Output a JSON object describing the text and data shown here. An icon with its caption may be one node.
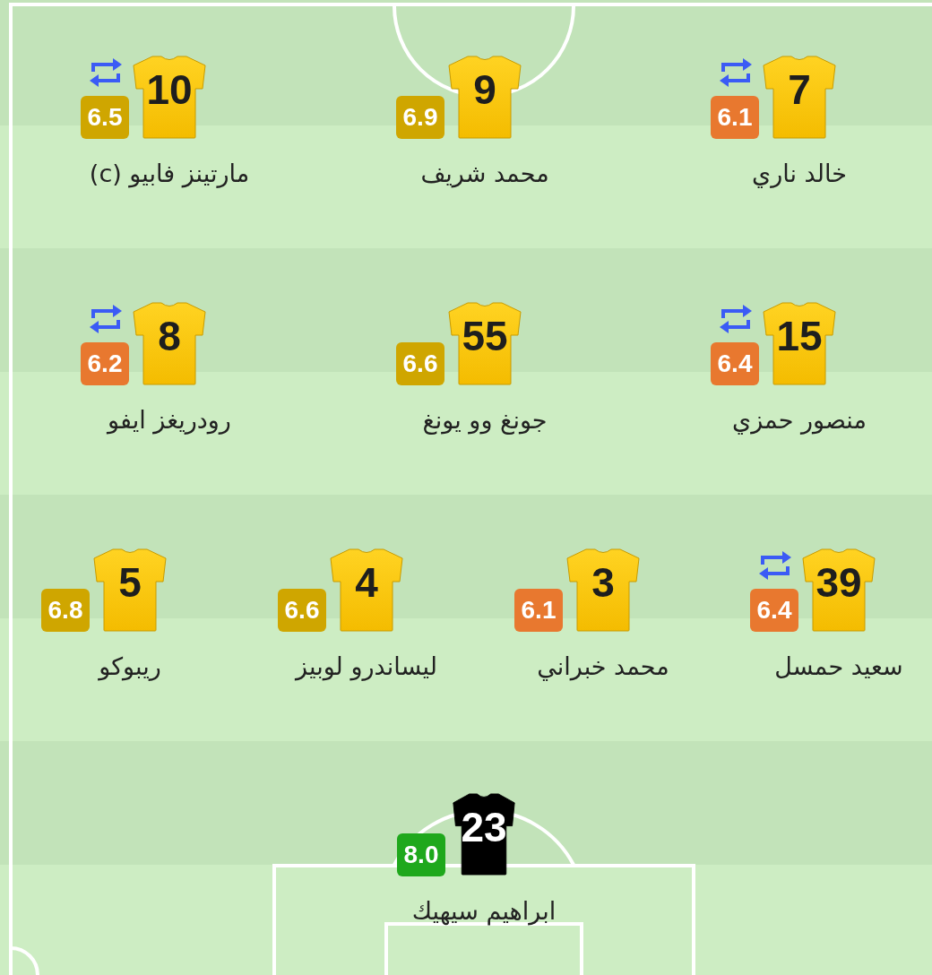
{
  "diagram": {
    "nodes": [
      {
        "text": [
          "6.5"
        ]
      },
      {
        "text": [
          "10"
        ],
        "beside": [
          "مارتينز فابيو (c)"
        ]
      },
      {
        "text": [
          "6.9"
        ]
      },
      {
        "text": [
          "9"
        ],
        "beside": [
          "محمد شريف"
        ]
      },
      {
        "text": [
          "6.1"
        ]
      },
      {
        "text": [
          "7"
        ],
        "beside": [
          "خالد ناري"
        ]
      },
      {
        "text": [
          "6.2"
        ]
      },
      {
        "text": [
          "8"
        ],
        "beside": [
          "رودريغز ايفو"
        ]
      },
      {
        "text": [
          "6.6"
        ]
      },
      {
        "text": [
          "55"
        ],
        "beside": [
          "جونغ وو يونغ"
        ]
      },
      {
        "text": [
          "6.4"
        ]
      },
      {
        "text": [
          "15"
        ],
        "beside": [
          "منصور حمزي"
        ]
      },
      {
        "text": [
          "6.8"
        ]
      },
      {
        "text": [
          "5"
        ],
        "beside": [
          "ريبوكو"
        ]
      },
      {
        "text": [
          "6.6"
        ]
      },
      {
        "text": [
          "4"
        ],
        "beside": [
          "ليساندرو لوبيز"
        ]
      },
      {
        "text": [
          "6.1"
        ]
      },
      {
        "text": [
          "3"
        ],
        "beside": [
          "محمد خبراني"
        ]
      },
      {
        "text": [
          "6.4"
        ]
      },
      {
        "text": [
          "39"
        ],
        "beside": [
          "سعيد حمسل"
        ]
      },
      {
        "text": [
          "8.0"
        ]
      },
      {
        "text": [
          "23"
        ],
        "beside": [
          "ابراهيم سيهيك"
        ]
      }
    ]
  }
}
